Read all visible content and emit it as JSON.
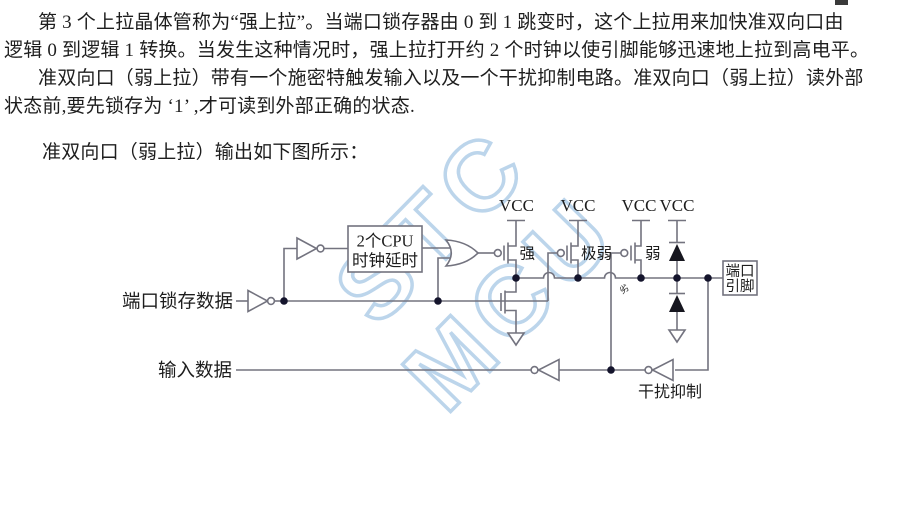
{
  "paragraph": {
    "line1": "第 3 个上拉晶体管称为“强上拉”。当端口锁存器由 0 到 1 跳变时，这个上拉用来加快准双向口由",
    "line2": "逻辑 0 到逻辑 1 转换。当发生这种情况时，强上拉打开约 2 个时钟以使引脚能够迅速地上拉到高电平。",
    "line3": "准双向口（弱上拉）带有一个施密特触发输入以及一个干扰抑制电路。准双向口（弱上拉）读外部",
    "line4": "状态前,要先锁存为 ‘1’ ,才可读到外部正确的状态.",
    "line5": "准双向口（弱上拉）输出如下图所示：",
    "text_color": "#1e1e1e"
  },
  "watermark": {
    "text": "STC MCU",
    "color": "#a6c7e4"
  },
  "diagram": {
    "vcc": "VCC",
    "wire_color": "#73737f",
    "labels": {
      "port_latch_data": "端口锁存数据",
      "input_data": "输入数据",
      "delay_line1": "2个CPU",
      "delay_line2": "时钟延时",
      "strong": "强",
      "very_weak": "极弱",
      "weak": "弱",
      "pin_line1": "端口",
      "pin_line2": "引脚",
      "interference": "干扰抑制",
      "stray_glyph": "劣"
    }
  }
}
